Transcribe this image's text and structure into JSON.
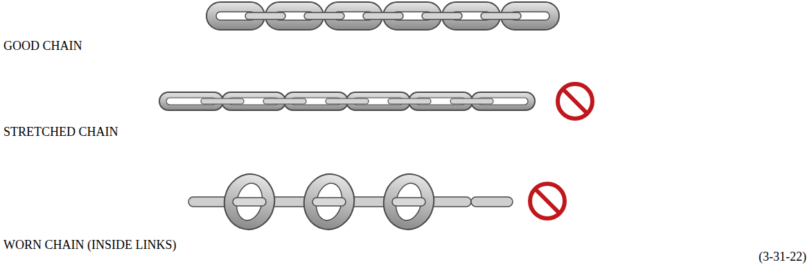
{
  "diagram": {
    "labels": [
      "GOOD CHAIN",
      "STRETCHED CHAIN",
      "WORN CHAIN (INSIDE LINKS)",
      "(3-31-22)"
    ]
  }
}
